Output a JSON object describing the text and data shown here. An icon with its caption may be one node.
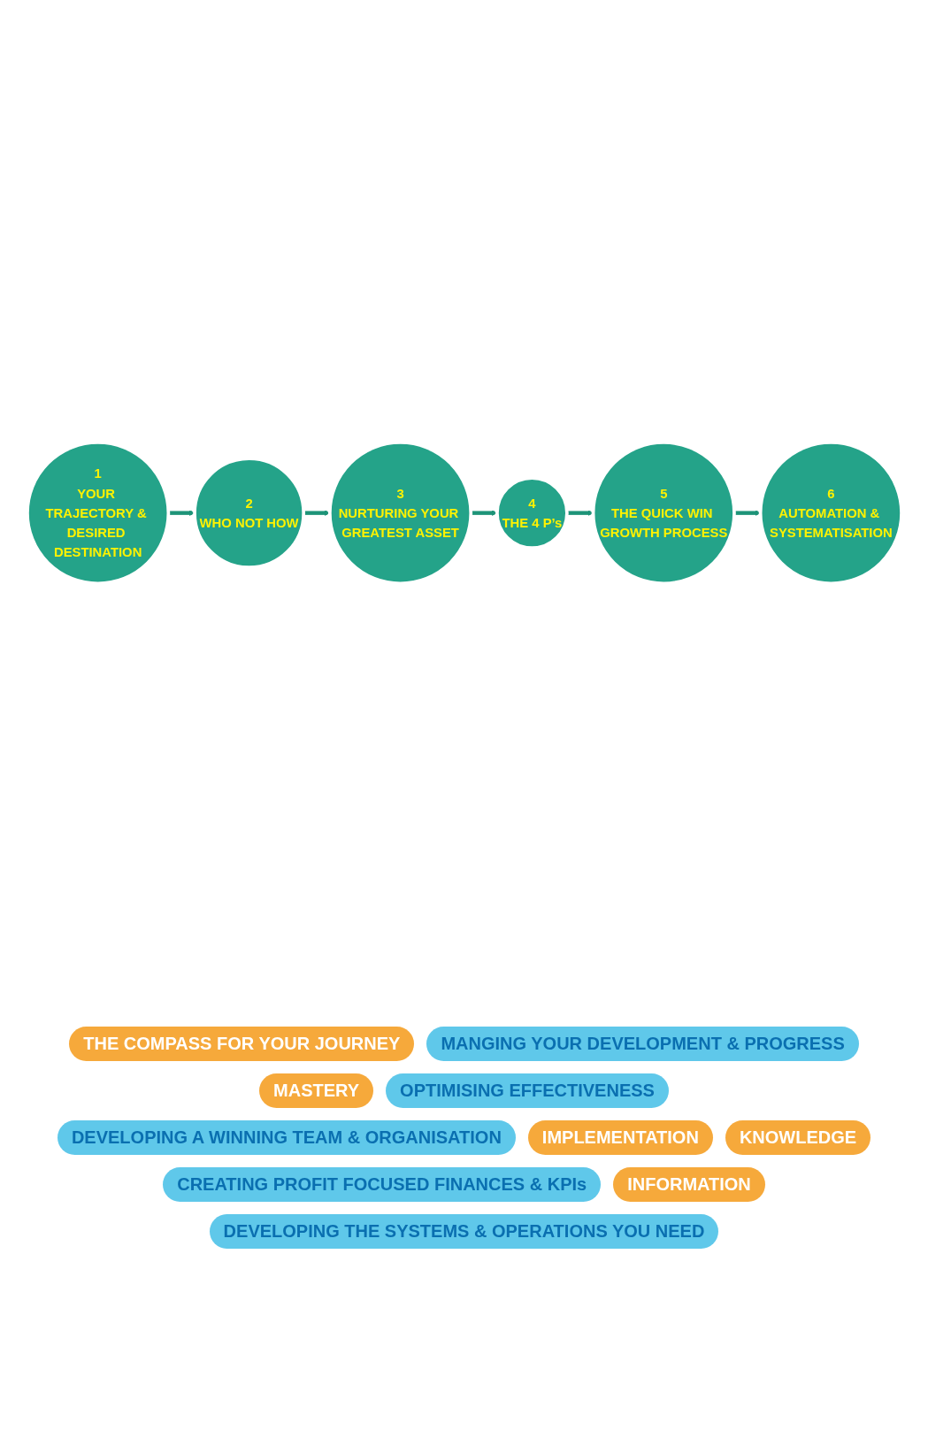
{
  "diagram": {
    "nodes": [
      {
        "text": [
          "1",
          "YOUR TRAJECTORY & DESIRED DESTINATION"
        ]
      },
      {
        "text": [
          "2",
          "WHO NOT HOW"
        ]
      },
      {
        "text": [
          "3",
          "NURTURING YOUR GREATEST ASSET"
        ]
      },
      {
        "text": [
          "4",
          "THE 4 P’s"
        ]
      },
      {
        "text": [
          "5",
          "THE QUICK WIN GROWTH PROCESS"
        ]
      },
      {
        "text": [
          "6",
          "AUTOMATION & SYSTEMATISATION"
        ]
      }
    ],
    "edges": [
      {
        "from": 0,
        "to": 1,
        "arrow": "to"
      },
      {
        "from": 1,
        "to": 2,
        "arrow": "to"
      },
      {
        "from": 2,
        "to": 3,
        "arrow": "to"
      },
      {
        "from": 3,
        "to": 4,
        "arrow": "to"
      },
      {
        "from": 4,
        "to": 5,
        "arrow": "to"
      }
    ],
    "labels": [
      "THE COMPASS FOR YOUR JOURNEY",
      "MANGING YOUR DEVELOPMENT & PROGRESS",
      "MASTERY",
      "OPTIMISING EFFECTIVENESS",
      "DEVELOPING A WINNING TEAM & ORGANISATION",
      "IMPLEMENTATION",
      "KNOWLEDGE",
      "CREATING PROFIT FOCUSED FINANCES & KPIs",
      "INFORMATION",
      "DEVELOPING THE SYSTEMS & OPERATIONS YOU NEED"
    ]
  }
}
